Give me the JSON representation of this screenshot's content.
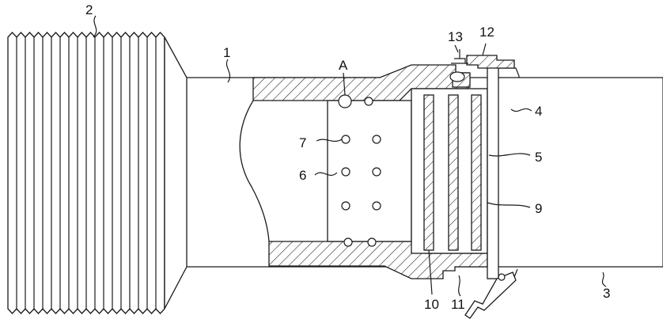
{
  "labels": {
    "n1": "1",
    "n2": "2",
    "n3": "3",
    "n4": "4",
    "n5": "5",
    "n6": "6",
    "n7": "7",
    "n9": "9",
    "n10": "10",
    "n11": "11",
    "n12": "12",
    "n13": "13",
    "detail": "A"
  }
}
